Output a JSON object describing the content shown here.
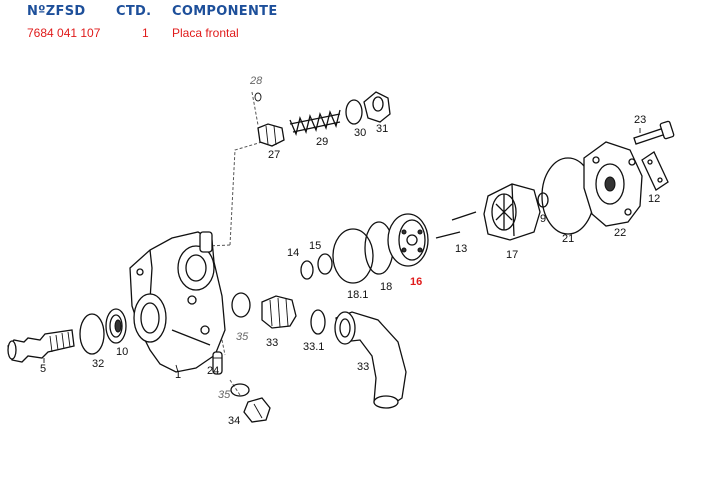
{
  "header": {
    "col_ref": "NºZFSD",
    "col_qty": "CTD.",
    "col_part": "COMPONENTE"
  },
  "selected_row": {
    "ref": "7684 041 107",
    "qty": "1",
    "part": "Placa frontal"
  },
  "colors": {
    "header": "#1d4f9a",
    "highlight": "#e01b1b",
    "line": "#111111"
  },
  "labels": {
    "p1": "1",
    "p5": "5",
    "p9": "9",
    "p10": "10",
    "p12": "12",
    "p13": "13",
    "p14": "14",
    "p15": "15",
    "p16": "16",
    "p17": "17",
    "p18": "18",
    "p18_1": "18.1",
    "p21": "21",
    "p22": "22",
    "p23": "23",
    "p24": "24",
    "p27": "27",
    "p28": "28",
    "p29": "29",
    "p30": "30",
    "p31": "31",
    "p32": "32",
    "p33a": "33",
    "p33_1": "33.1",
    "p33b": "33",
    "p34": "34",
    "p35a": "35",
    "p35b": "35"
  }
}
